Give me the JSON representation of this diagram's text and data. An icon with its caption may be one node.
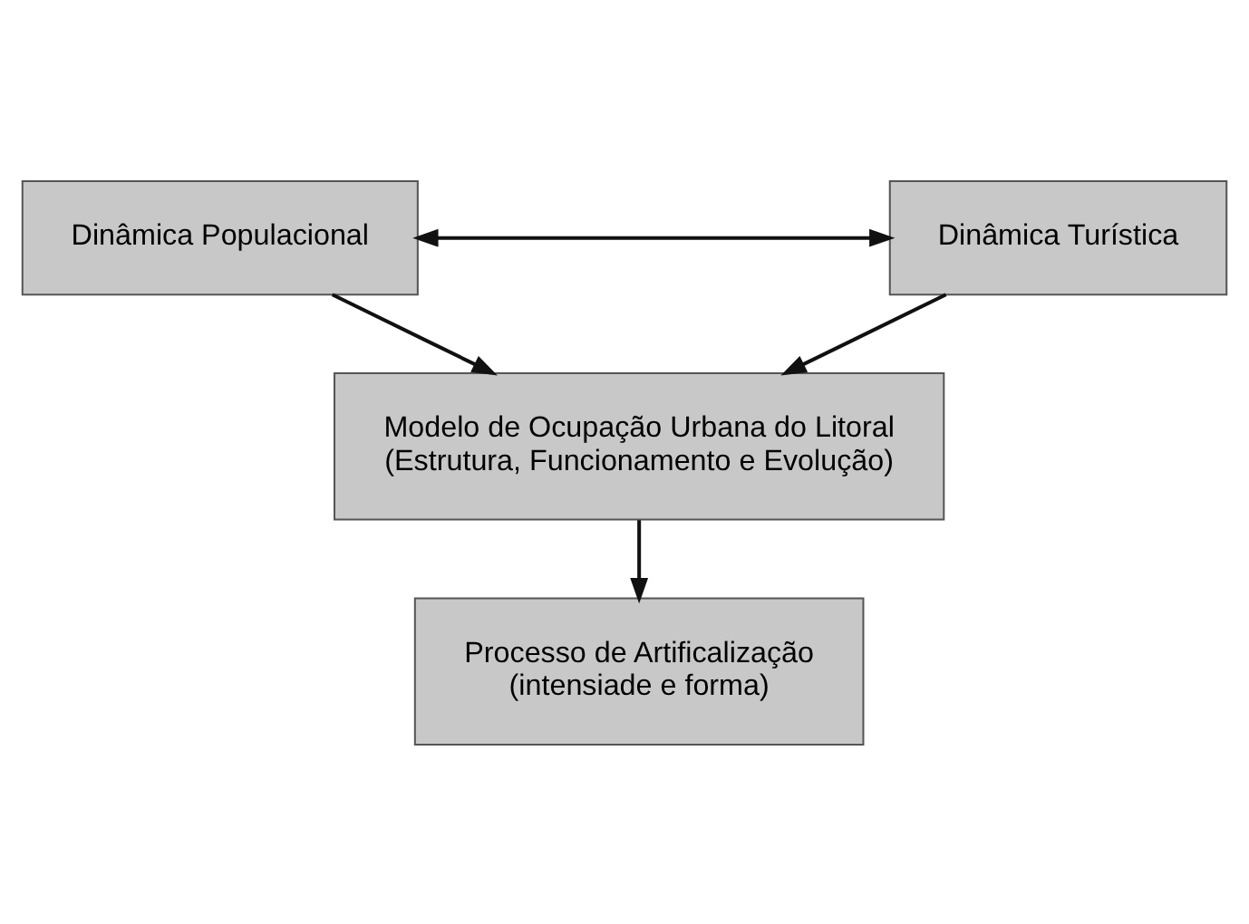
{
  "diagram": {
    "nodes": [
      {
        "text": [
          "Dinâmica Populacional"
        ]
      },
      {
        "text": [
          "Dinâmica Turística"
        ]
      },
      {
        "text": [
          "Modelo de Ocupação Urbana do Litoral",
          "(Estrutura, Funcionamento e Evolução)"
        ]
      },
      {
        "text": [
          "Processo de Artificalização",
          "(intensiade e forma)"
        ]
      }
    ],
    "edges": [
      {
        "from": 0,
        "to": 1,
        "arrow": "both"
      },
      {
        "from": 0,
        "to": 2,
        "arrow": "to"
      },
      {
        "from": 1,
        "to": 2,
        "arrow": "to"
      },
      {
        "from": 2,
        "to": 3,
        "arrow": "to"
      }
    ]
  }
}
